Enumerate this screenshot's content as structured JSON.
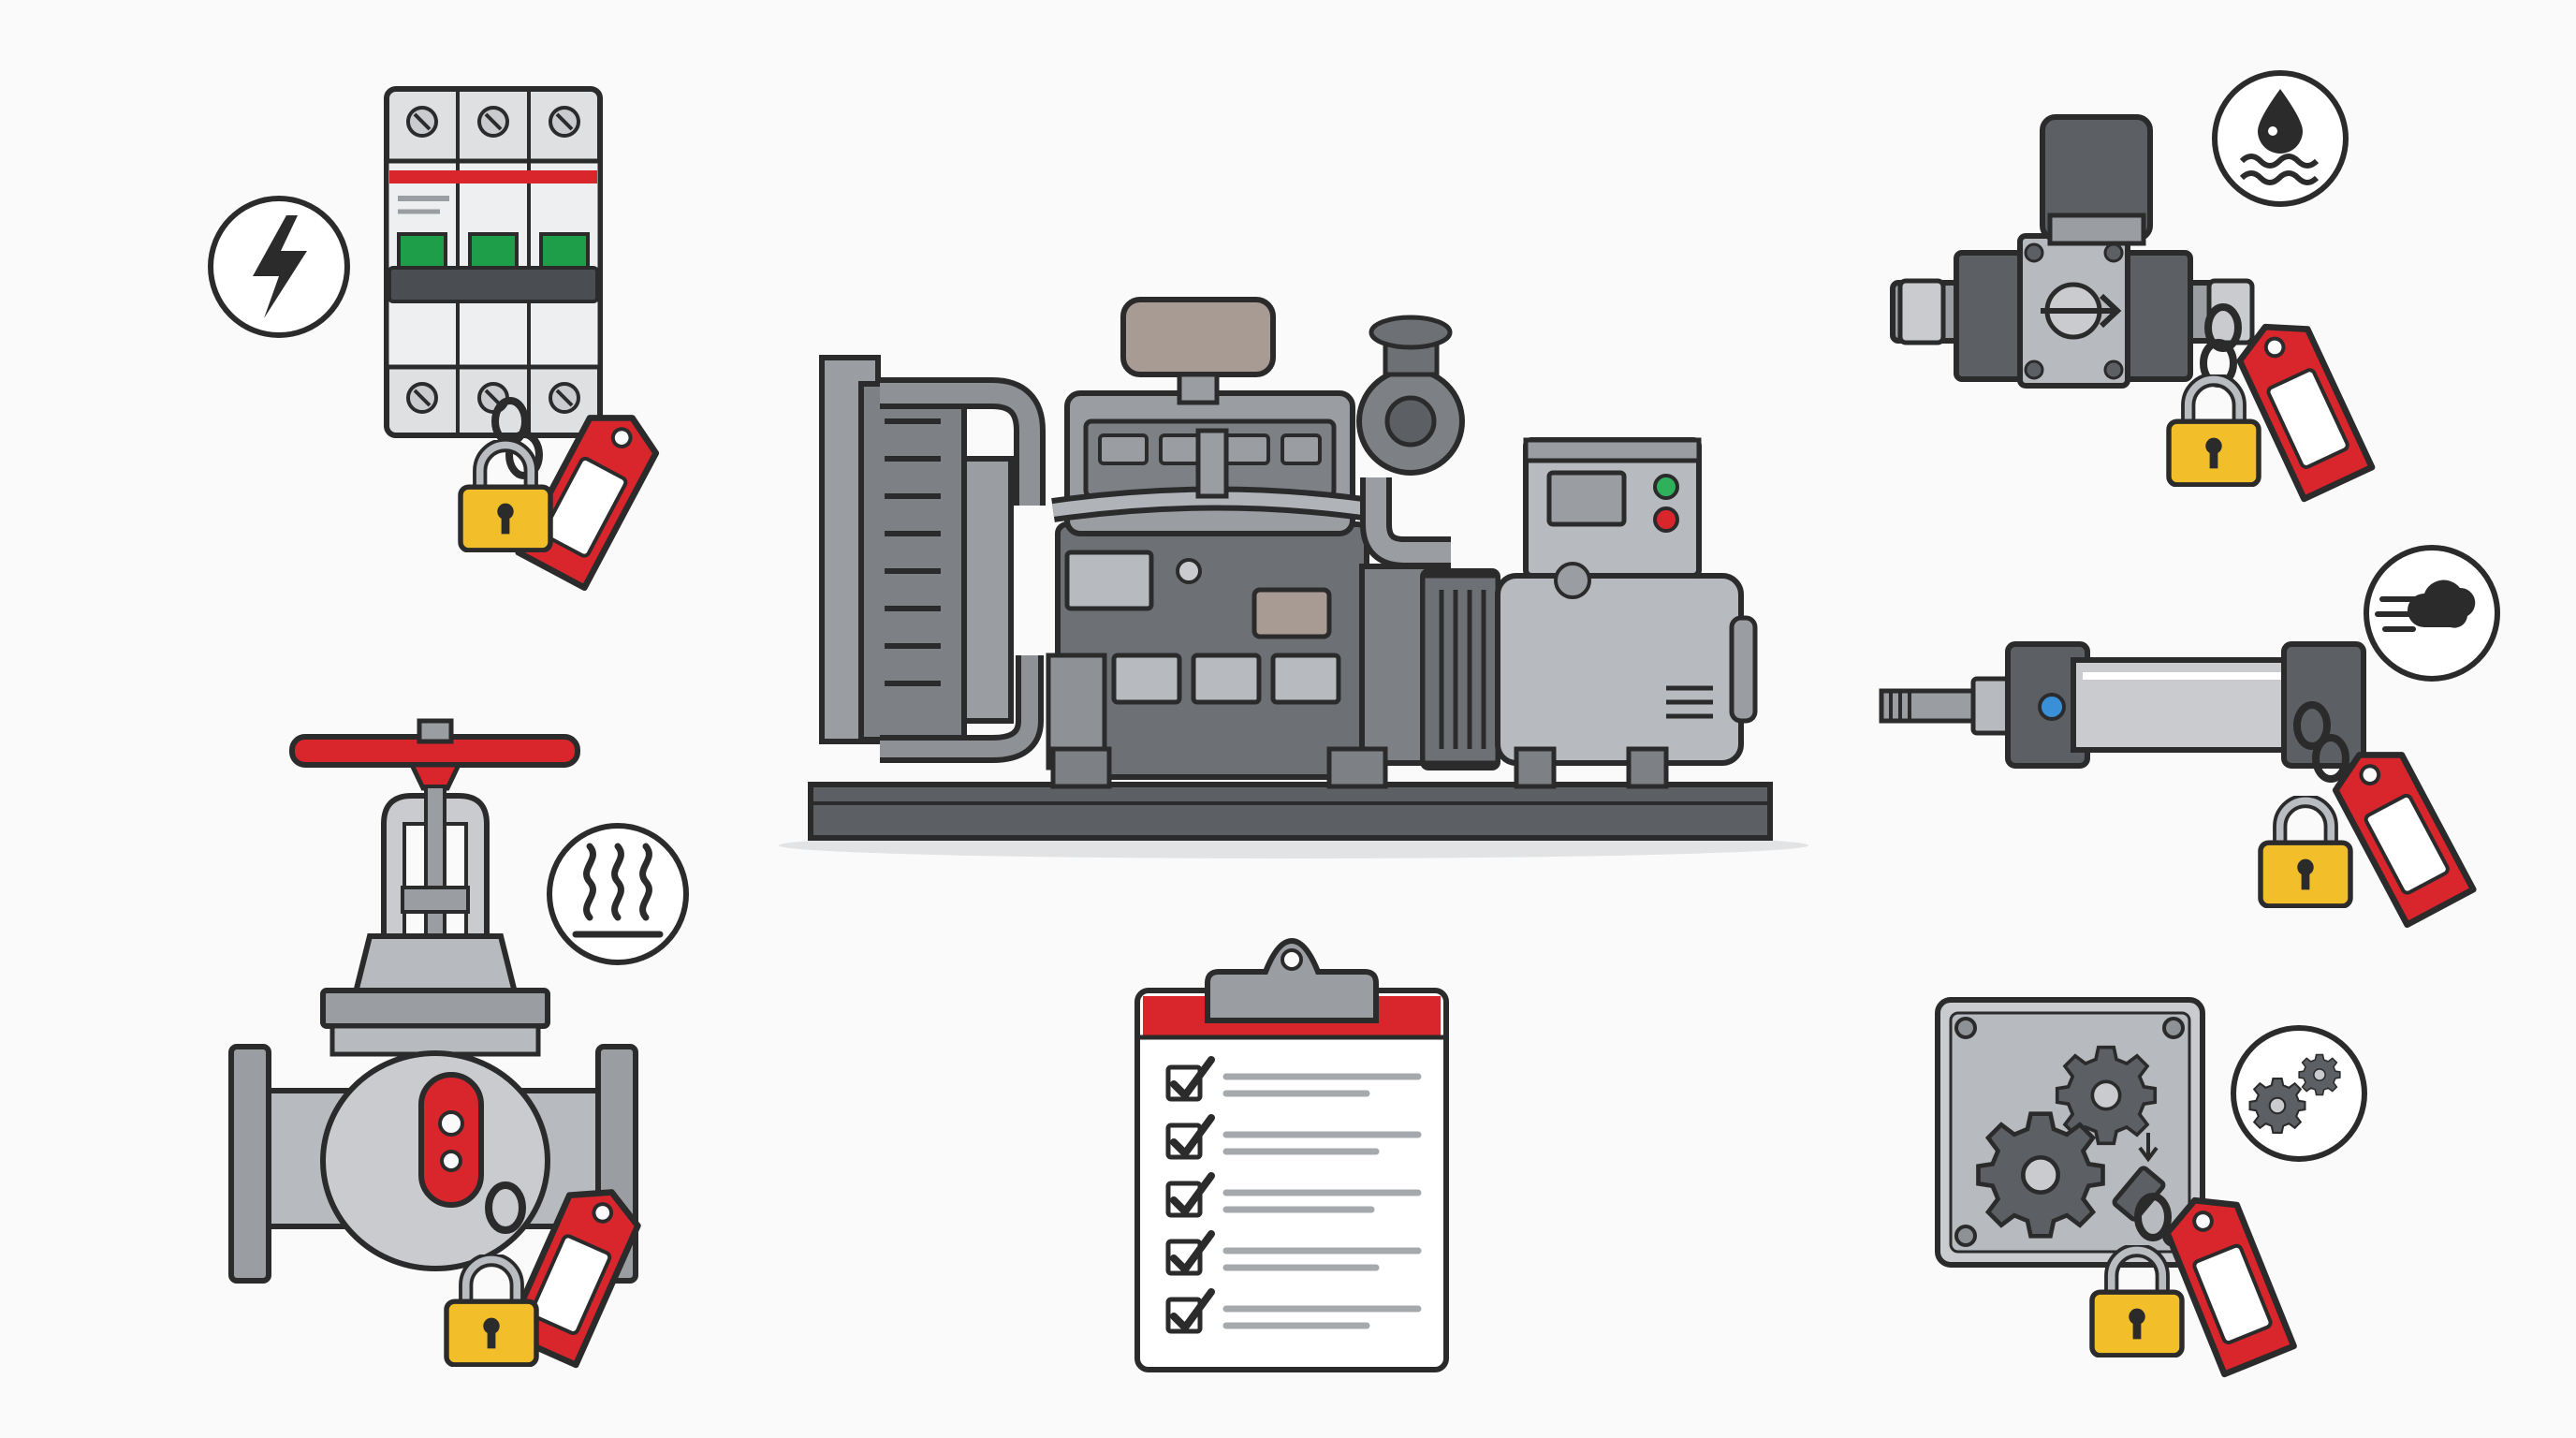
{
  "colors": {
    "background": "#fafafa",
    "outline": "#2b2b2b",
    "steel_light": "#c9cbce",
    "steel_mid": "#9a9da1",
    "steel_dark": "#5c5f63",
    "lock_red": "#d8262c",
    "padlock_yellow": "#f2bf2a",
    "breaker_green": "#1f9e4a",
    "indicator_blue": "#3a8fd9"
  },
  "panels": [
    {
      "name": "electrical-breaker-panel",
      "hazard_icon": "lightning-bolt-icon",
      "lock": "padlock-and-red-tag"
    },
    {
      "name": "steam-gate-valve",
      "hazard_icon": "heat-waves-icon",
      "lock": "valve-hasp-padlock-and-red-tag"
    },
    {
      "name": "diesel-generator-set",
      "hazard_icon": "",
      "lock": ""
    },
    {
      "name": "lockout-checklist-clipboard",
      "hazard_icon": "",
      "lock": ""
    },
    {
      "name": "hydraulic-valve",
      "hazard_icon": "fluid-drop-icon",
      "lock": "padlock-and-red-tag"
    },
    {
      "name": "pneumatic-cylinder",
      "hazard_icon": "air-cloud-icon",
      "lock": "padlock-and-red-tag"
    },
    {
      "name": "gear-drive-panel",
      "hazard_icon": "gears-icon",
      "lock": "padlock-and-red-tag"
    }
  ],
  "checklist": {
    "items_checked": 5,
    "items_total": 5
  }
}
